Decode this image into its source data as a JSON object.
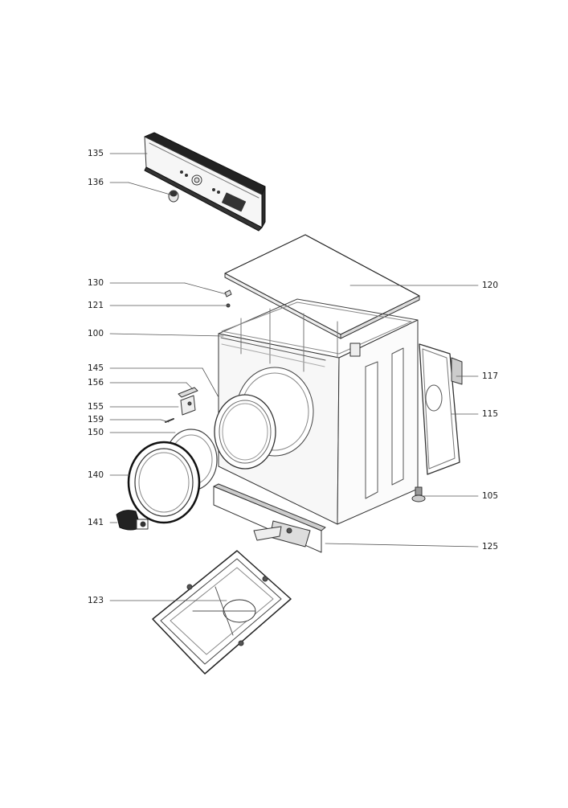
{
  "colors": {
    "ink": "#1a1a1a",
    "line": "#444444",
    "fill_light": "#f2f2f2",
    "fill_dark": "#2a2a2a"
  },
  "callouts": {
    "c135": "135",
    "c136": "136",
    "c130": "130",
    "c121": "121",
    "c100": "100",
    "c145": "145",
    "c156": "156",
    "c155": "155",
    "c159": "159",
    "c150": "150",
    "c140": "140",
    "c141": "141",
    "c123": "123",
    "c120": "120",
    "c117": "117",
    "c115": "115",
    "c105": "105",
    "c125": "125"
  }
}
